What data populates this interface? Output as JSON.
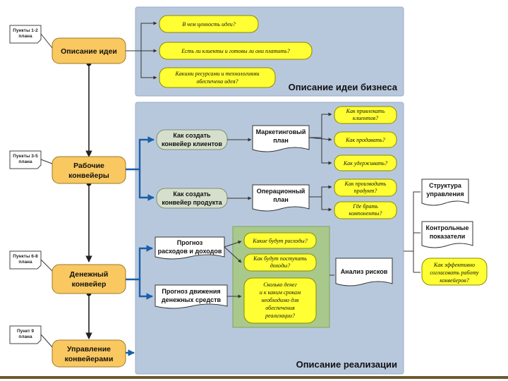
{
  "panels": {
    "idea_business": "Описание идеи бизнеса",
    "implementation": "Описание реализации"
  },
  "notes": {
    "n1": [
      "Пункты 1-2",
      "плана"
    ],
    "n2": [
      "Пункты 3-5",
      "плана"
    ],
    "n3": [
      "Пункты 6-8",
      "плана"
    ],
    "n4": [
      "Пункт 9",
      "плана"
    ]
  },
  "stages": {
    "s1": [
      "Описание идеи"
    ],
    "s2": [
      "Рабочие",
      "конвейеры"
    ],
    "s3": [
      "Денежный",
      "конвейер"
    ],
    "s4": [
      "Управление",
      "конвейерами"
    ]
  },
  "idea_questions": {
    "q1": [
      "В чем ценность идеи?"
    ],
    "q2": [
      "Есть ли клиенты и готовы ли они платить?"
    ],
    "q3": [
      "Какими ресурсами и технологиями",
      "обеспечена идея?"
    ]
  },
  "conveyors": {
    "c1": [
      "Как создать",
      "конвейер клиентов"
    ],
    "c2": [
      "Как создать",
      "конвейер продукта"
    ]
  },
  "plans": {
    "p1": [
      "Маркетинговый",
      "план"
    ],
    "p2": [
      "Операционный",
      "план"
    ],
    "p3": [
      "Прогноз",
      "расходов и доходов"
    ],
    "p4": [
      "Прогноз движения",
      "денежных средств"
    ],
    "risk": [
      "Анализ рисков"
    ]
  },
  "market_questions": {
    "m1": [
      "Как привлекать",
      "клиентов?"
    ],
    "m2": [
      "Как продавать?"
    ],
    "m3": [
      "Как удерживать?"
    ]
  },
  "product_questions": {
    "o1": [
      "Как производить",
      "продукт?"
    ],
    "o2": [
      "Где брать",
      "компоненты?"
    ]
  },
  "finance_questions": {
    "f1": [
      "Какие будут расходы?"
    ],
    "f2": [
      "Как будут поступать",
      "доходы?"
    ],
    "f3": [
      "Сколько денег",
      "и к каким срокам",
      "необходимо для",
      "обеспечения",
      "реализации?"
    ]
  },
  "management": {
    "g1": [
      "Структура",
      "управления"
    ],
    "g2": [
      "Контрольные",
      "показатели"
    ],
    "g3": [
      "Как эффективно",
      "согласовать работу",
      "конвейеров?"
    ]
  }
}
